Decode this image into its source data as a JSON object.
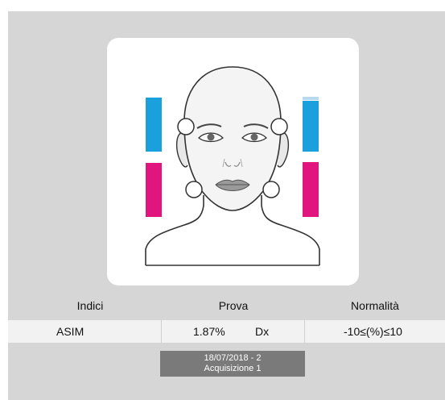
{
  "colors": {
    "panel_background": "#d6d6d6",
    "upper_bar": "#1aa0dc",
    "lower_bar": "#e0157e",
    "stamp_background": "#7a7a7a"
  },
  "face_figure": {
    "icon": "face-diagram-icon",
    "markers": [
      "upper-left-marker",
      "upper-right-marker",
      "lower-left-marker",
      "lower-right-marker"
    ]
  },
  "table": {
    "headers": {
      "indices": "Indici",
      "test": "Prova",
      "normality": "Normalità"
    },
    "row": {
      "index": "ASIM",
      "value": "1.87%",
      "side": "Dx",
      "normal_range": "-10≤(%)≤10"
    }
  },
  "acquisition": {
    "date": "18/07/2018 - 2",
    "label": "Acquisizione 1"
  }
}
